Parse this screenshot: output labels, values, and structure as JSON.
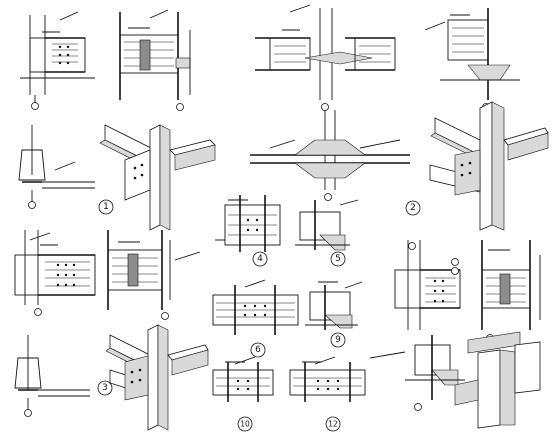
{
  "figure_numbers": [
    "1",
    "2",
    "3",
    "4",
    "5",
    "6",
    "9",
    "10",
    "12"
  ],
  "colors": {
    "ink": "#111111",
    "paper": "#ffffff",
    "shade_light": "#d9d9d9",
    "shade_dark": "#8c8c8c"
  }
}
